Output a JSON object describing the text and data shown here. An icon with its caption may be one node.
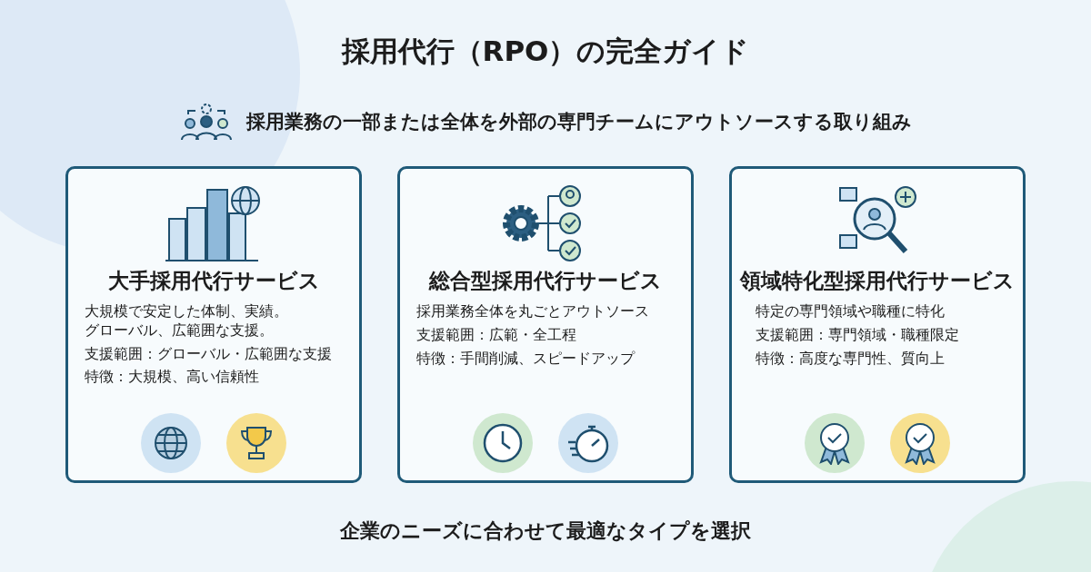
{
  "diagram": {
    "title": "採用代行（RPO）の完全ガイド",
    "caption": "企業のニーズに合わせて最適なタイプを選択",
    "nodes": [
      {
        "text": [
          "大手採用代行サービス",
          "大規模で安定した体制、実績。グローバル、広範囲な支援。",
          "支援範囲：グローバル・広範囲な支援",
          "特徴：大規模、高い信頼性"
        ]
      },
      {
        "text": [
          "総合型採用代行サービス",
          "採用業務全体を丸ごとアウトソース",
          "支援範囲：広範・全工程",
          "特徴：手間削減、スピードアップ"
        ]
      },
      {
        "text": [
          "領域特化型採用代行サービス",
          "特定の専門領域や職種に特化",
          "支援範囲：専門領域・職種限定",
          "特徴：高度な専門性、質向上"
        ]
      }
    ],
    "labels": [
      "採用業務の一部または全体を外部の専門チームにアウトソースする取り組み"
    ]
  }
}
